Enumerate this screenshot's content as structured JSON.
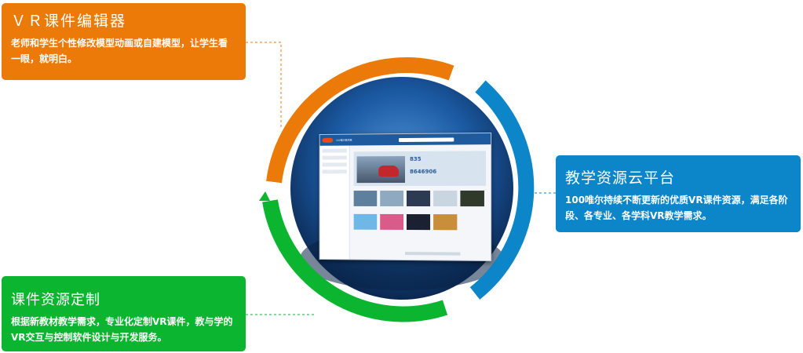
{
  "cards": {
    "editor": {
      "title": "ＶＲ课件编辑器",
      "desc": "老师和学生个性修改模型动画或自建模型，让学生看一眼，就明白。"
    },
    "cloud": {
      "title": "教学资源云平台",
      "desc": "100唯尔持续不断更新的优质VR课件资源，满足各阶段、各专业、各学科VR教学需求。"
    },
    "custom": {
      "title": "课件资源定制",
      "desc": "根据新教材教学需求，专业化定制VR课件，教与学的VR交互与控制软件设计与开发服务。"
    }
  },
  "mock_screen": {
    "site_name": "100唯尔教育网",
    "stat1": "835",
    "stat2": "8646906"
  },
  "colors": {
    "orange": "#ec7a08",
    "blue": "#0c86c9",
    "green": "#0bb530",
    "circle": "#1a4f8f"
  }
}
